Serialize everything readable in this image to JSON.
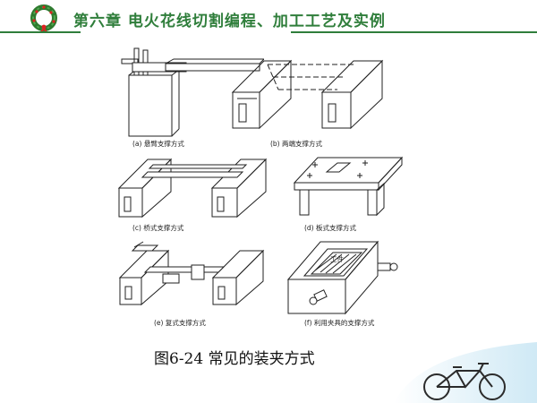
{
  "header": {
    "title": "第六章 电火花线切割编程、加工工艺及实例"
  },
  "figures": [
    {
      "caption": "(a) 悬臂支撑方式"
    },
    {
      "caption": "(b) 两端支撑方式"
    },
    {
      "caption": "(c) 桥式支撑方式"
    },
    {
      "caption": "(d) 板式支撑方式"
    },
    {
      "caption": "(e) 复式支撑方式"
    },
    {
      "caption": "(f) 利用夹具的支撑方式",
      "workpiece_label": "工件"
    }
  ],
  "main_caption": "图6-24  常见的装夹方式",
  "colors": {
    "title": "#2f7e3b",
    "rule": "#2f7e3b",
    "bike_bg": "#cfe9f5"
  },
  "icons": {
    "header_logo": "christmas-wreath-icon",
    "footer_art": "bicycle-icon"
  }
}
